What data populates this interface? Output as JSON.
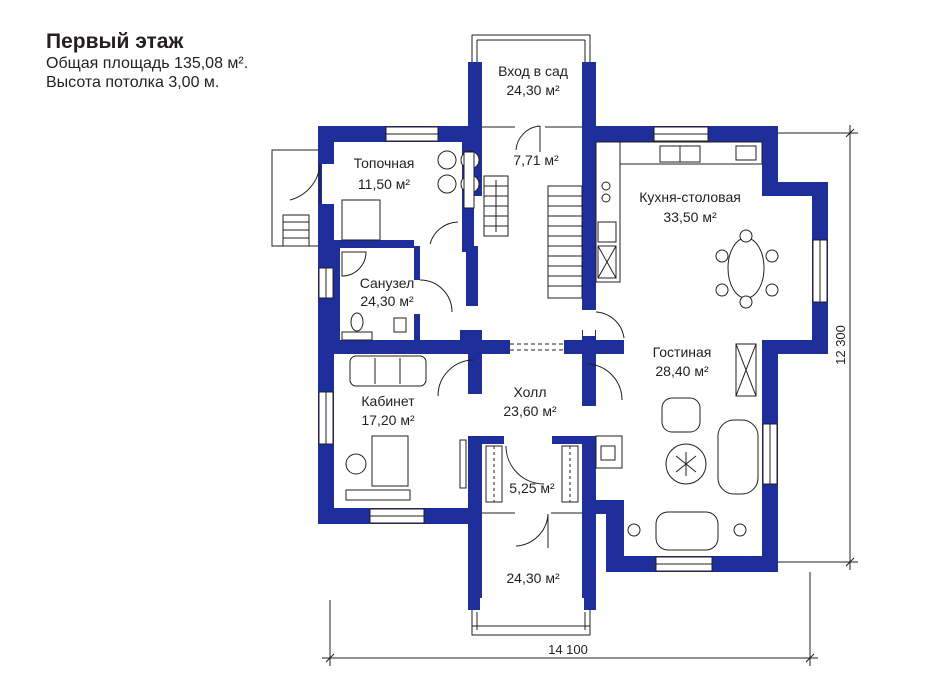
{
  "header": {
    "title": "Первый этаж",
    "total_area": "Общая площадь 135,08 м².",
    "ceiling_height": "Высота потолка 3,00 м."
  },
  "rooms": [
    {
      "name": "Вход в сад",
      "area": "24,30 м²"
    },
    {
      "name": "Топочная",
      "area": "11,50 м²"
    },
    {
      "name": "",
      "area": "7,71 м²"
    },
    {
      "name": "Кухня-столовая",
      "area": "33,50 м²"
    },
    {
      "name": "Санузел",
      "area": "24,30 м²"
    },
    {
      "name": "Гостиная",
      "area": "28,40 м²"
    },
    {
      "name": "Кабинет",
      "area": "17,20 м²"
    },
    {
      "name": "Холл",
      "area": "23,60 м²"
    },
    {
      "name": "",
      "area": "5,25 м²"
    },
    {
      "name": "",
      "area": "24,30 м²"
    }
  ],
  "dimensions": {
    "width": "14 100",
    "height": "12 300"
  },
  "colors": {
    "wall": "#1e2e9a",
    "line": "#231f20",
    "background": "#ffffff"
  }
}
